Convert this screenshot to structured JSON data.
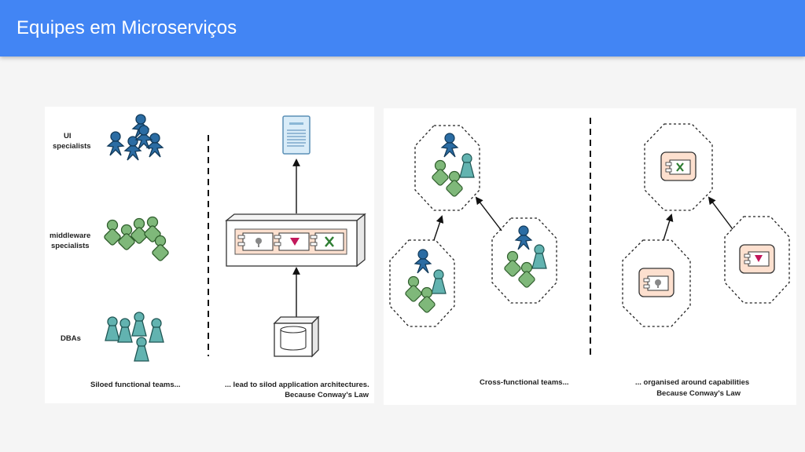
{
  "header": {
    "title": "Equipes em Microserviços"
  },
  "left_diagram": {
    "groups": [
      {
        "line1": "UI",
        "line2": "specialists"
      },
      {
        "line1": "middleware",
        "line2": "specialists"
      },
      {
        "line1": "DBAs",
        "line2": ""
      }
    ],
    "caption_left": "Siloed functional teams...",
    "caption_right_1": "... lead to silod application architectures.",
    "caption_right_2": "Because Conway's Law"
  },
  "right_diagram": {
    "caption_left": "Cross-functional teams...",
    "caption_right_1": "... organised around capabilities",
    "caption_right_2": "Because Conway's Law"
  },
  "colors": {
    "header": "#4285f4",
    "ui_team": "#2b6ca3",
    "middleware_team": "#7fb87a",
    "dba_team": "#62b3b0",
    "component_fill": "#fde0cf",
    "ui_component": "#c2185b",
    "logic_component": "#2e7d32"
  },
  "icons": [
    "person-icon",
    "document-icon",
    "database-icon",
    "component-icon",
    "arrow-icon"
  ]
}
